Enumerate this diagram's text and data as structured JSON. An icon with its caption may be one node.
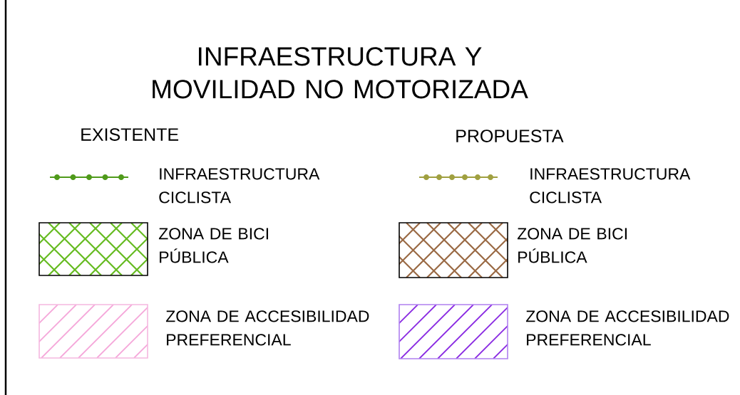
{
  "diagram": {
    "title": "INFRAESTRUCTURA Y MOVILIDAD NO MOTORIZADA",
    "labels": [
      "EXISTENTE",
      "PROPUESTA"
    ],
    "legend": [
      {
        "text": "INFRAESTRUCTURA CICLISTA"
      },
      {
        "text": "ZONA DE BICI PÚBLICA"
      },
      {
        "text": "ZONA DE ACCESIBILIDAD PREFERENCIAL"
      },
      {
        "text": "INFRAESTRUCTURA CICLISTA"
      },
      {
        "text": "ZONA DE BICI PÚBLICA"
      },
      {
        "text": "ZONA DE ACCESIBILIDAD PREFERENCIAL"
      }
    ]
  }
}
